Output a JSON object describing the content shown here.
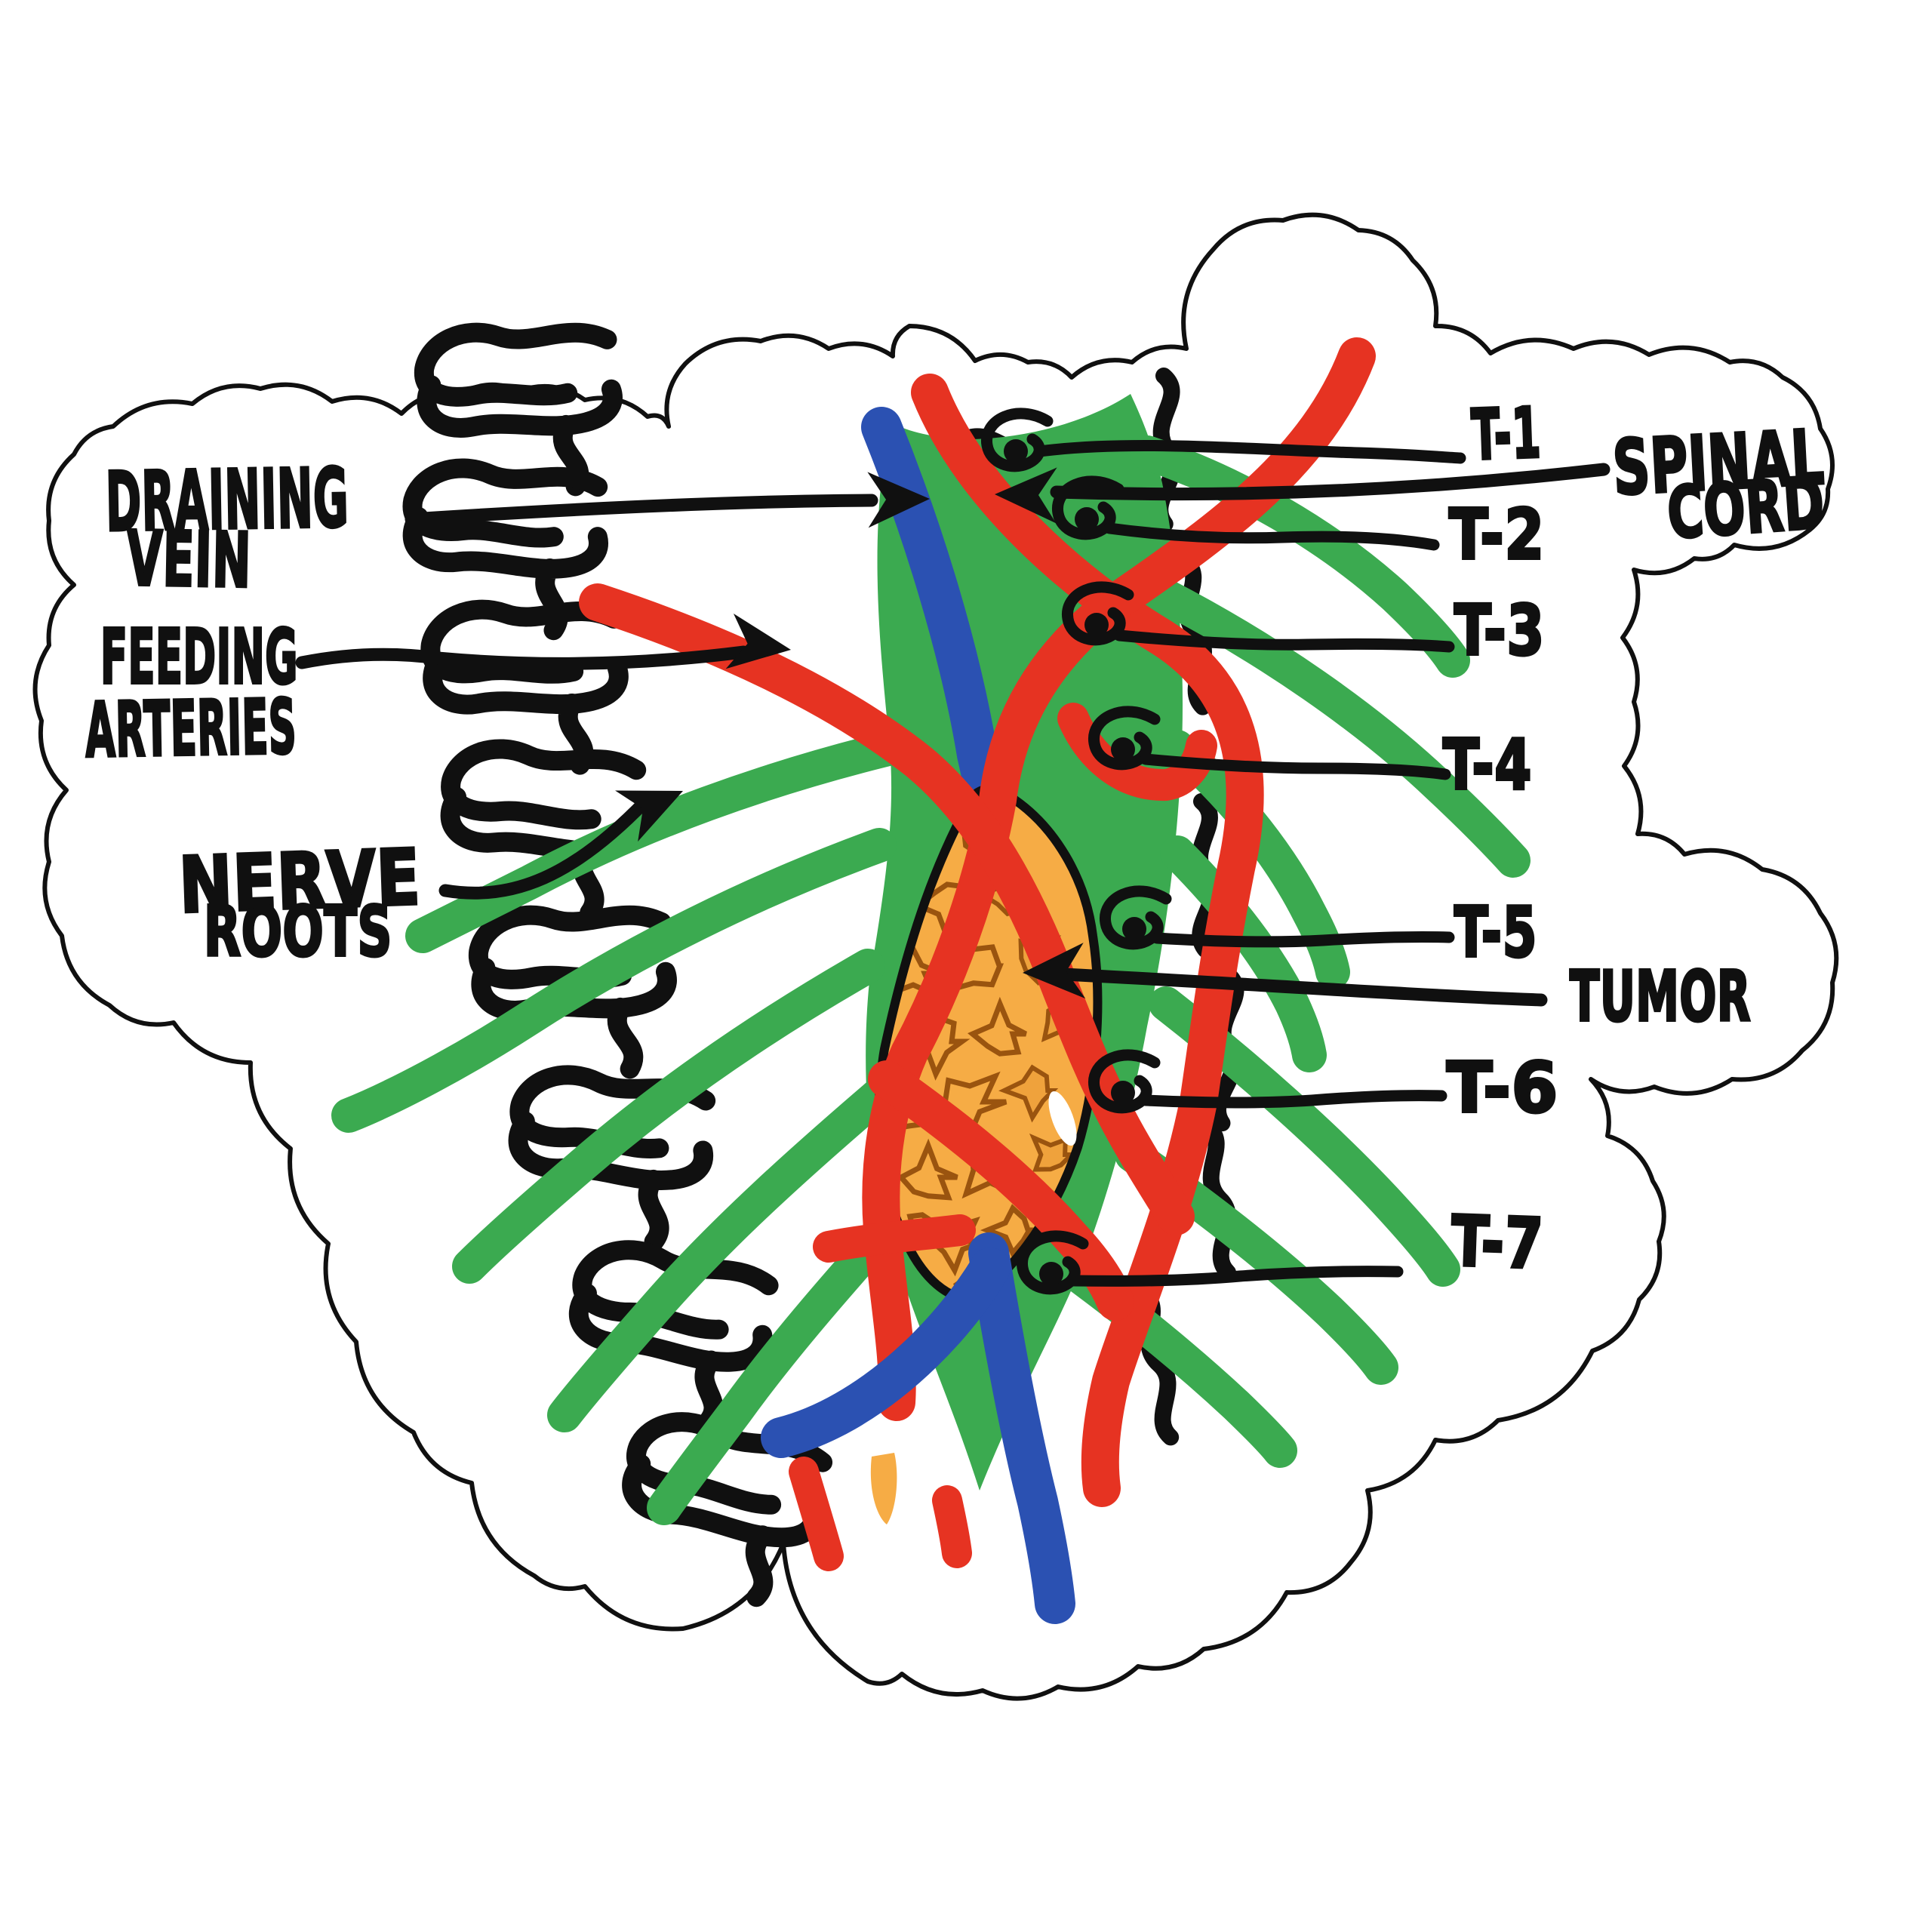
{
  "figure": {
    "description": "Hand-drawn anatomical sketch of a thoracic spinal cord tumor with its blood supply, enclosed in a cloud-shaped outline"
  },
  "labels": {
    "draining_vein": {
      "line1": "DRAINING",
      "line2": "VEIN"
    },
    "feeding_arteries": {
      "line1": "FEEDING",
      "line2": "ARTERIES"
    },
    "nerve_roots": {
      "line1": "NERVE",
      "line2": "ROOTS"
    },
    "spinal_cord": {
      "line1": "SPINAL",
      "line2": "CORD"
    },
    "tumor": {
      "text": "TUMOR"
    },
    "vertebral_levels": [
      "T-1",
      "T-2",
      "T-3",
      "T-4",
      "T-5",
      "T-6",
      "T-7"
    ]
  },
  "colors": {
    "ink": "#101010",
    "nerve_green": "#3BAA50",
    "artery_red": "#E63322",
    "vein_blue": "#2B51B2",
    "tumor_fill": "#F6AC45",
    "tumor_texture": "#9A540F",
    "tumor_texture_fill": "#EFA23C",
    "background": "#FFFFFF"
  }
}
